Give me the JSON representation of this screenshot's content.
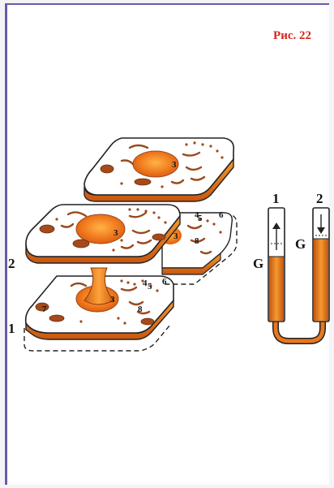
{
  "figure": {
    "label": "Рис. 22"
  },
  "labels": {
    "layer_1": "1",
    "layer_2": "2",
    "tube_1": "1",
    "tube_2": "2",
    "g_left": "G",
    "g_right": "G"
  },
  "cell_numbers": {
    "n3": "3",
    "n4": "4",
    "n5": "5",
    "n6": "6",
    "n7": "7",
    "n8": "8"
  },
  "colors": {
    "accent": "#e8661a",
    "organelle": "#9a4a1e",
    "frame": "#6a5aa8",
    "figure_label": "#d6261c"
  }
}
